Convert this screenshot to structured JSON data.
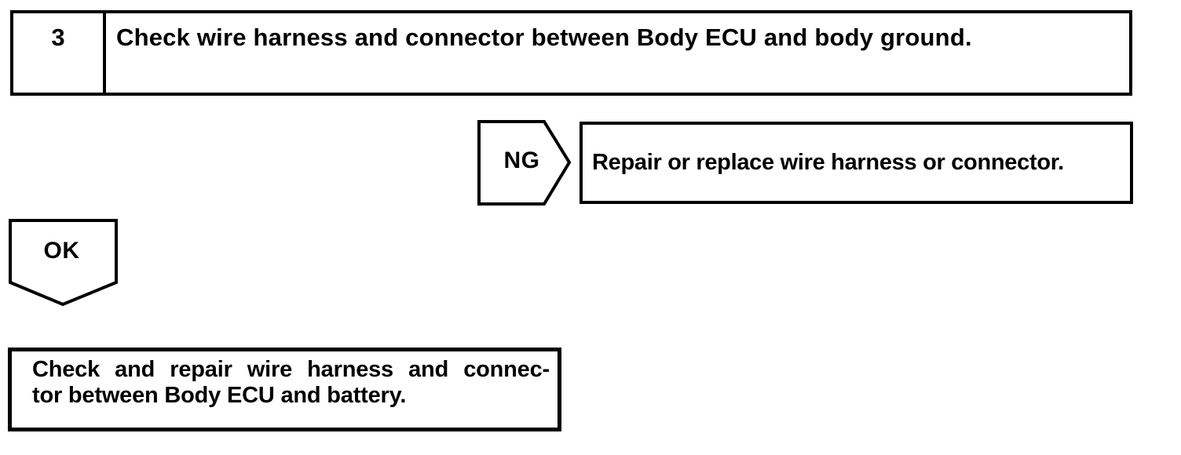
{
  "colors": {
    "ink": "#000000",
    "paper": "#ffffff"
  },
  "flowchart": {
    "step": {
      "number": "3",
      "instruction": "Check wire harness and connector between Body ECU and body ground."
    },
    "ng_branch": {
      "label": "NG",
      "action": "Repair or replace wire harness or connector."
    },
    "ok_branch": {
      "label": "OK"
    },
    "result": {
      "line1": "Check and repair wire harness and connec-",
      "line2": "tor between Body ECU and battery."
    }
  }
}
